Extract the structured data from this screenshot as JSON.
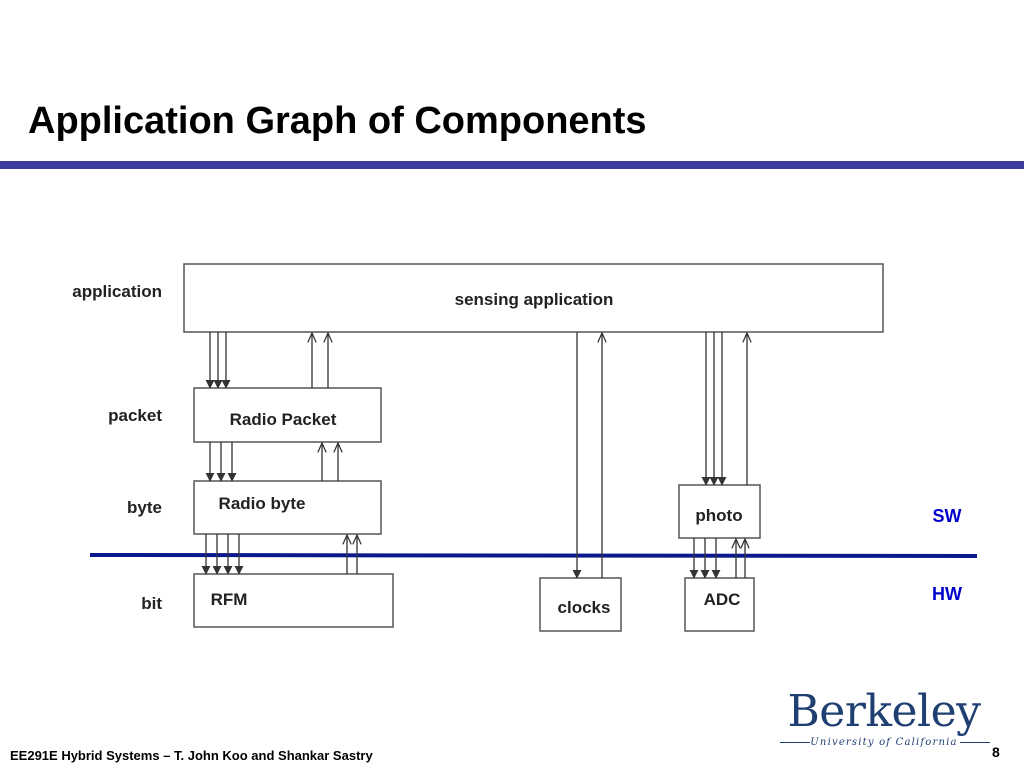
{
  "slide": {
    "title": "Application Graph of Components",
    "footer": "EE291E Hybrid Systems – T. John Koo and Shankar Sastry",
    "page_number": "8",
    "colors": {
      "title_rule": "#3b3b9c",
      "boundary_line": "#0a1a8c",
      "layer_tag": "#0000cc",
      "logo": "#1f3f73"
    }
  },
  "logo": {
    "wordmark": "Berkeley",
    "subtitle": "University of California"
  },
  "diagram": {
    "levels": {
      "application": "application",
      "packet": "packet",
      "byte": "byte",
      "bit": "bit"
    },
    "components": {
      "sensing_application": "sensing application",
      "radio_packet": "Radio Packet",
      "radio_byte": "Radio byte",
      "rfm": "RFM",
      "clocks": "clocks",
      "photo": "photo",
      "adc": "ADC"
    },
    "layers": {
      "sw": "SW",
      "hw": "HW"
    }
  }
}
